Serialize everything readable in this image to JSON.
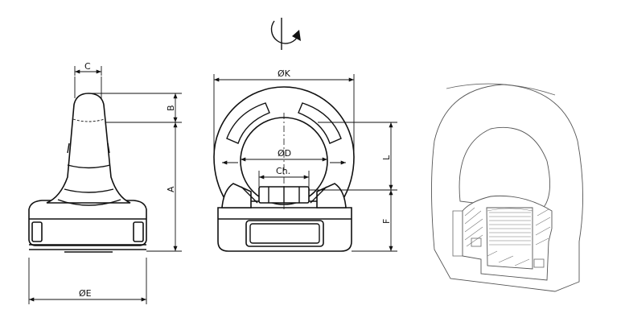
{
  "dimensions": {
    "c": "C",
    "b": "B",
    "a": "A",
    "e": "ØE",
    "k": "ØK",
    "d": "ØD",
    "ch": "Ch.",
    "l": "L",
    "f": "F"
  },
  "icons": {
    "rotation": "rotate-clockwise-icon",
    "arrow": "arrow-icon"
  }
}
